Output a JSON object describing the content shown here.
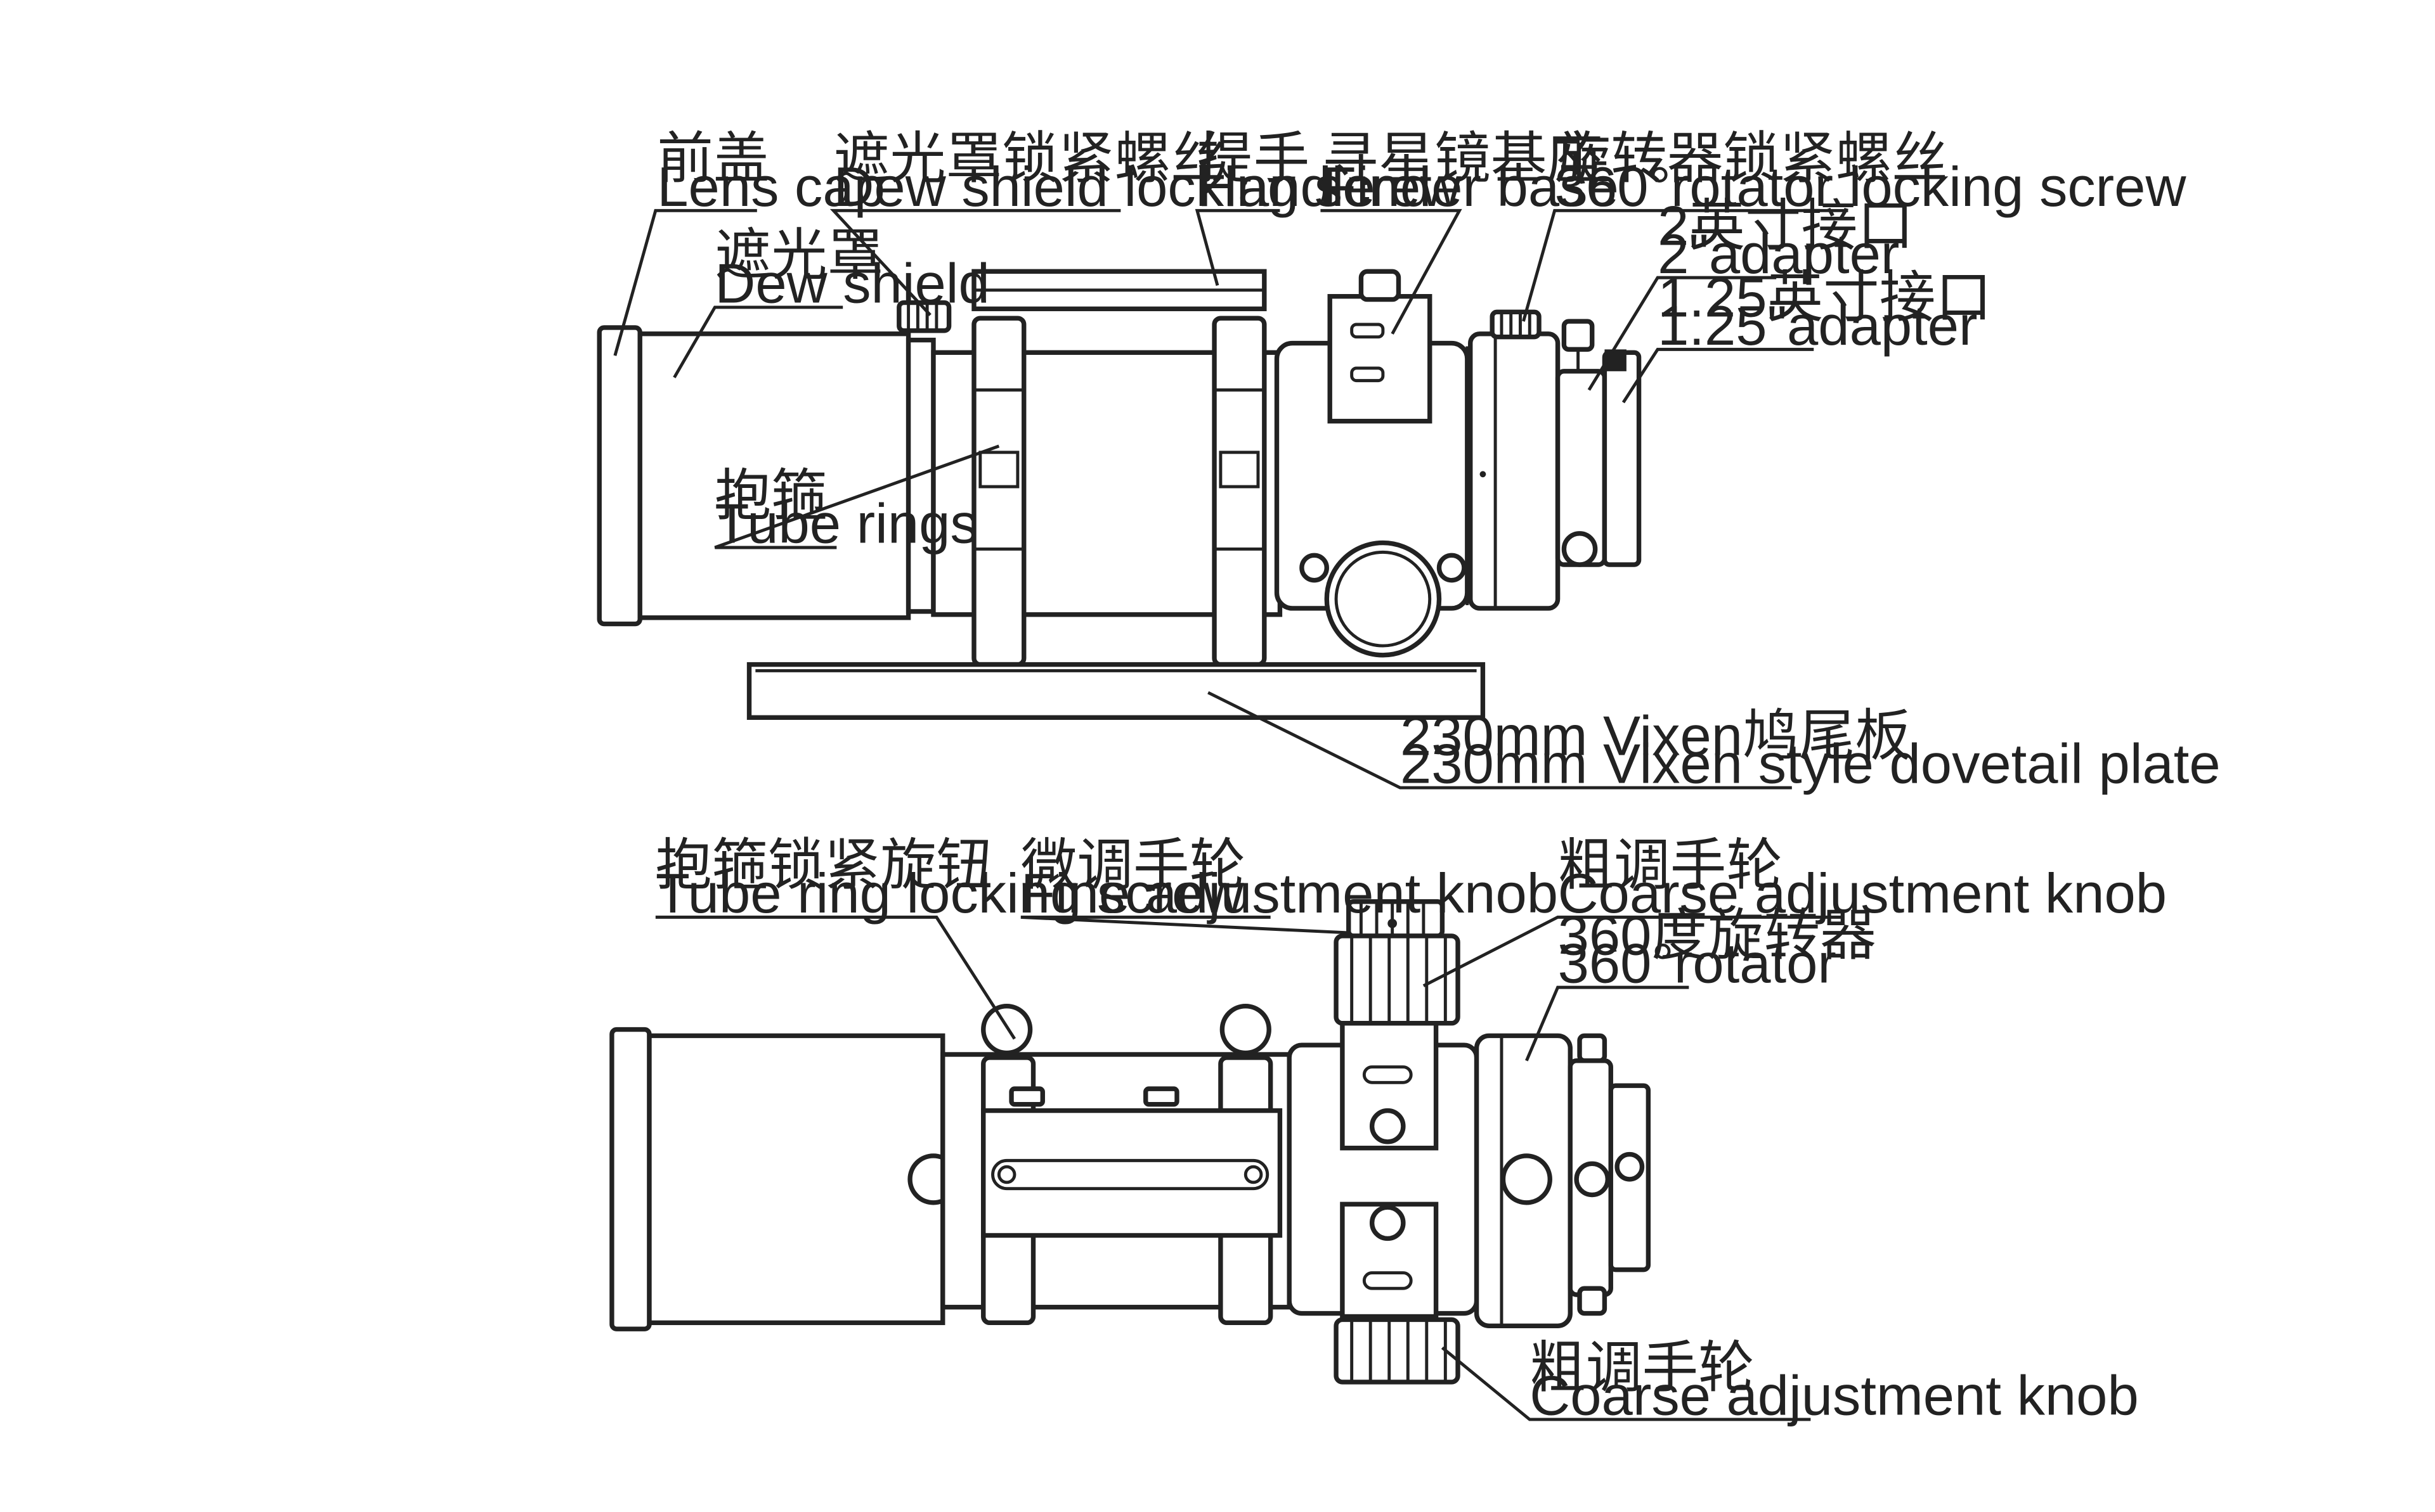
{
  "colors": {
    "line": "#222222",
    "background": "#ffffff"
  },
  "top_view": {
    "lens_cap": {
      "zh": "前盖",
      "en": "Lens cap"
    },
    "dew_shield_screw": {
      "zh": "遮光罩锁紧螺丝",
      "en": "Dew shield locking screw"
    },
    "handle": {
      "zh": "提手",
      "en": "Handle"
    },
    "finder_base": {
      "zh": "寻星镜基座",
      "en": "Finder base"
    },
    "rotator_screw": {
      "zh": "旋转器锁紧螺丝",
      "en": "360°rotator locking screw"
    },
    "dew_shield": {
      "zh": "遮光罩",
      "en": "Dew shield"
    },
    "adapter_2": {
      "zh": "2英寸接口",
      "en": "2\"adapter"
    },
    "adapter_125": {
      "zh": "1.25英寸接口",
      "en": "1.25\"adapter"
    },
    "tube_rings": {
      "zh": "抱箍",
      "en": "Tube rings"
    },
    "dovetail": {
      "zh": "230mm Vixen鸠尾板",
      "en": "230mm Vixen style dovetail plate"
    }
  },
  "bottom_view": {
    "tube_ring_screw": {
      "zh": "抱箍锁紧旋钮",
      "en": "Tube ring locking screw"
    },
    "fine_knob": {
      "zh": "微调手轮",
      "en": "Fine adjustment knob"
    },
    "coarse_knob_top": {
      "zh": "粗调手轮",
      "en": "Coarse adjustment knob"
    },
    "rotator": {
      "zh": "360度旋转器",
      "en": "360°rotator"
    },
    "coarse_knob_bottom": {
      "zh": "粗调手轮",
      "en": "Coarse adjustment knob"
    }
  }
}
